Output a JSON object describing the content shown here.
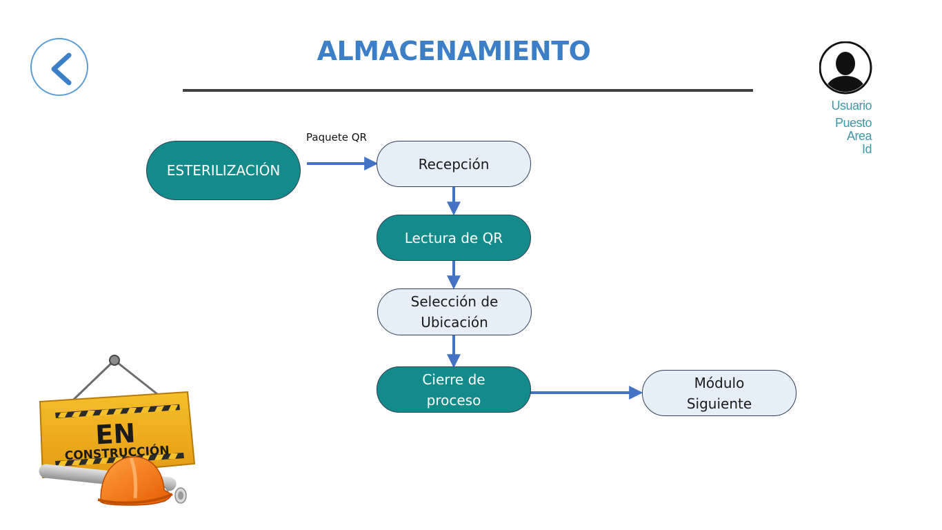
{
  "header": {
    "title": "ALMACENAMIENTO"
  },
  "user": {
    "name_label": "Usuario",
    "position_label": "Puesto",
    "area_label": "Area",
    "id_label": "Id"
  },
  "flow": {
    "edge_label": "Paquete QR",
    "nodes": {
      "esterilizacion": "ESTERILIZACIÓN",
      "recepcion": "Recepción",
      "lectura_qr": "Lectura de QR",
      "seleccion_line1": "Selección de",
      "seleccion_line2": "Ubicación",
      "cierre_line1": "Cierre de",
      "cierre_line2": "proceso",
      "modulo_line1": "Módulo",
      "modulo_line2": "Siguiente"
    }
  },
  "badge": {
    "line1": "EN",
    "line2": "CONSTRUCCIÓN"
  },
  "colors": {
    "accent_blue": "#3d7fc6",
    "primary_node": "#138b8b",
    "light_node": "#e6eef8",
    "connector": "#4472c4",
    "user_text": "#3d97a6"
  },
  "icons": {
    "back": "chevron-left-icon",
    "user": "user-avatar-icon",
    "construction": "construction-sign-icon"
  }
}
